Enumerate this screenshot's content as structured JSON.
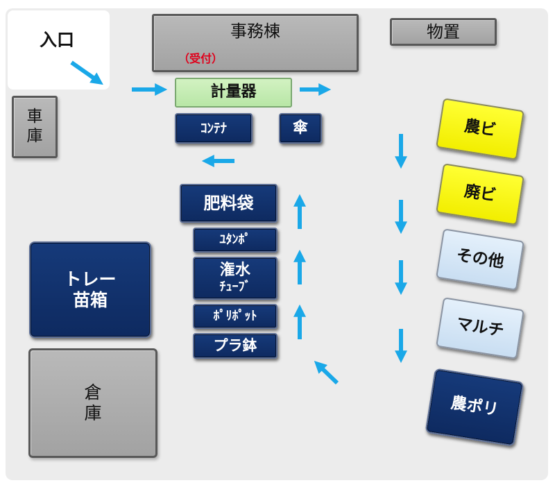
{
  "entrance": {
    "label": "入口"
  },
  "office": {
    "label": "事務棟",
    "sublabel": "（受付）",
    "sublabel_color": "#e0001b"
  },
  "storage_shed": {
    "label": "物置"
  },
  "garage": {
    "label_line1": "車",
    "label_line2": "庫"
  },
  "scale": {
    "label": "計量器"
  },
  "container": {
    "label": "ｺﾝﾃﾅ"
  },
  "umbrella": {
    "label": "傘"
  },
  "fertilizer_bags": {
    "label": "肥料袋"
  },
  "yutanpo": {
    "label": "ﾕﾀﾝﾎﾟ"
  },
  "irrigation_tube": {
    "label_line1": "潅水",
    "label_line2": "ﾁｭｰﾌﾞ"
  },
  "poly_pot": {
    "label": "ﾎﾟﾘﾎﾟｯﾄ"
  },
  "plastic_pot": {
    "label": "プラ鉢"
  },
  "tray_box": {
    "label_line1": "トレー",
    "label_line2": "苗箱"
  },
  "warehouse": {
    "label_line1": "倉",
    "label_line2": "庫"
  },
  "agri_vinyl": {
    "label": "農ビ"
  },
  "waste_vinyl": {
    "label": "廃ビ"
  },
  "other": {
    "label": "その他"
  },
  "mulch": {
    "label": "マルチ"
  },
  "agri_poly": {
    "label": "農ポリ"
  },
  "colors": {
    "arrow": "#1aa8e8",
    "navy": "#0e2a60",
    "yellow": "#ffff00",
    "light_blue": "#d6e6f6",
    "gray": "#a6a6a6",
    "green": "#c4ecb2",
    "background": "#ececec"
  }
}
